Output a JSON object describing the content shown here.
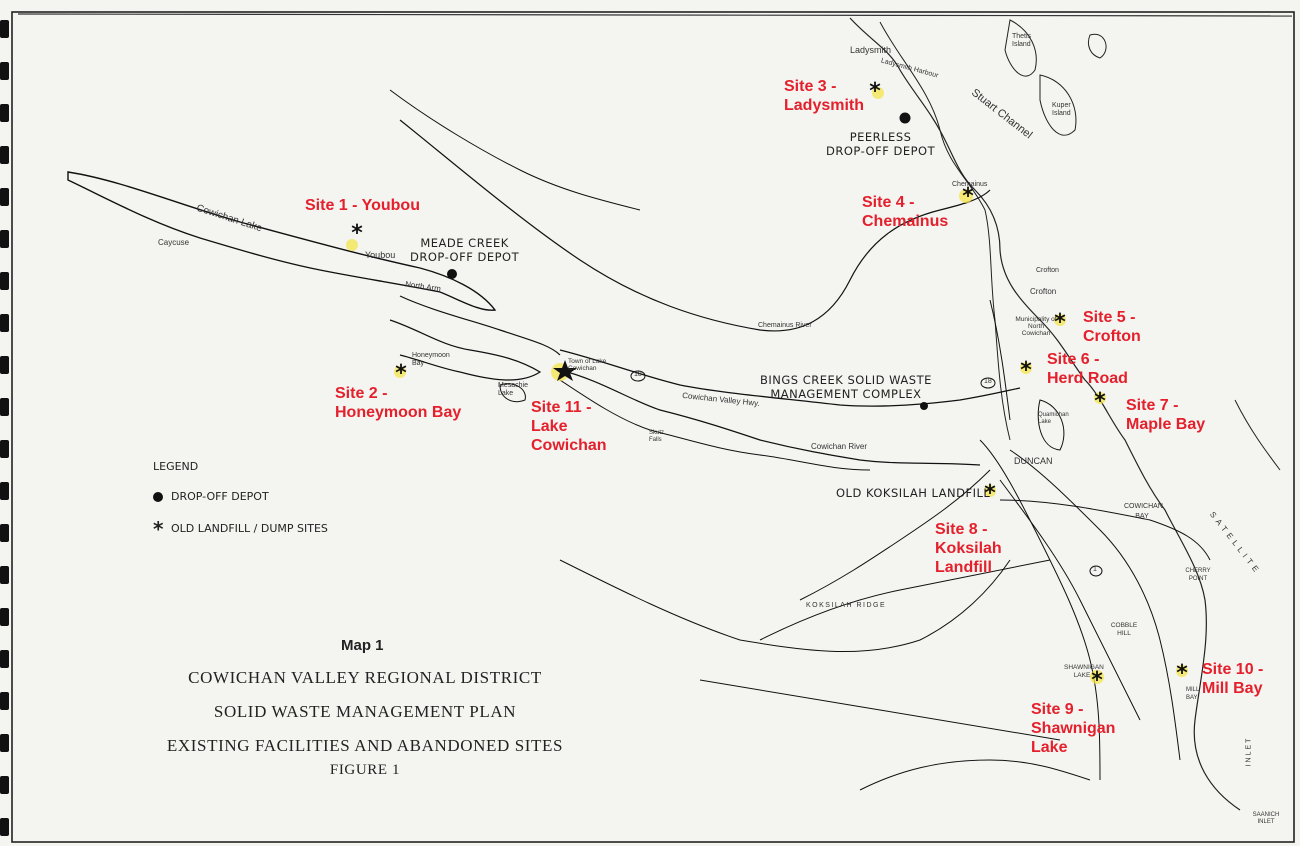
{
  "colors": {
    "paper": "#f4f4f1",
    "ink": "#1a1a1a",
    "site_label": "#e4202c",
    "site_marker": "#f4e64a"
  },
  "site_labels": [
    {
      "id": "s1",
      "line1": "Site 1 - Youbou",
      "line2": ""
    },
    {
      "id": "s2",
      "line1": "Site 2 -",
      "line2": "Honeymoon Bay"
    },
    {
      "id": "s3",
      "line1": "Site 3 -",
      "line2": "Ladysmith"
    },
    {
      "id": "s4",
      "line1": "Site 4 -",
      "line2": "Chemainus"
    },
    {
      "id": "s5",
      "line1": "Site 5 -",
      "line2": "Crofton"
    },
    {
      "id": "s6",
      "line1": "Site 6 -",
      "line2": "Herd Road"
    },
    {
      "id": "s7",
      "line1": "Site 7 -",
      "line2": "Maple Bay"
    },
    {
      "id": "s8",
      "line1": "Site 8 -",
      "line2": "Koksilah",
      "line3": "Landfill"
    },
    {
      "id": "s9",
      "line1": "Site 9 -",
      "line2": "Shawnigan",
      "line3": "Lake"
    },
    {
      "id": "s10",
      "line1": "Site 10 -",
      "line2": "Mill Bay"
    },
    {
      "id": "s11",
      "line1": "Site 11 -",
      "line2": "Lake",
      "line3": "Cowichan"
    }
  ],
  "depots": {
    "meade": {
      "line1": "MEADE CREEK",
      "line2": "DROP-OFF DEPOT"
    },
    "peerless": {
      "line1": "PEERLESS",
      "line2": "DROP-OFF DEPOT"
    },
    "bings": {
      "line1": "BINGS CREEK SOLID WASTE",
      "line2": "MANAGEMENT COMPLEX"
    },
    "kokx": "OLD KOKSILAH LANDFILL"
  },
  "places": {
    "cowichan_lake": "Cowichan Lake",
    "caycuse": "Caycuse",
    "youbou": "Youbou",
    "north_arm": "North Arm",
    "honeymoon": "Honeymoon Bay",
    "mesachie": "Mesachie Lake",
    "town_lake_cowichan": "Town of Lake Cowichan",
    "ladysmith": "Ladysmith",
    "ladysmith_harbour": "Ladysmith Harbour",
    "stuart_channel": "Stuart Channel",
    "thetis": "Thetis Island",
    "kuper": "Kuper Island",
    "chemainus_town": "Chemainus",
    "chemainus_river": "Chemainus River",
    "crofton": "Crofton",
    "crofton2": "Crofton",
    "north_cowichan": "Municipality of North Cowichan",
    "cowichan_valley_hwy": "Cowichan Valley Hwy.",
    "cowichan_river": "Cowichan River",
    "duncan": "DUNCAN",
    "cowichan_bay": "COWICHAN BAY",
    "cherry_point": "CHERRY POINT",
    "cobble_hill": "COBBLE HILL",
    "shawnigan_town": "SHAWNIGAN LAKE",
    "mill_bay_town": "MILL BAY",
    "saanich_inlet": "SAANICH INLET",
    "koksilah_ridge": "KOKSILAH RIDGE",
    "satellite": "SATELLITE",
    "skutz": "Skutz Falls",
    "quamichan": "Quamichan Lake",
    "inlet": "INLET",
    "hwy18a": "18",
    "hwy18b": "18",
    "hwy1": "1"
  },
  "legend": {
    "title": "LEGEND",
    "depot_label": "DROP-OFF DEPOT",
    "landfill_label": "OLD LANDFILL / DUMP SITES"
  },
  "title_block": {
    "map_label": "Map 1",
    "line1": "COWICHAN VALLEY REGIONAL DISTRICT",
    "line2": "SOLID WASTE MANAGEMENT PLAN",
    "line3": "EXISTING FACILITIES AND ABANDONED SITES",
    "line4": "FIGURE 1"
  }
}
